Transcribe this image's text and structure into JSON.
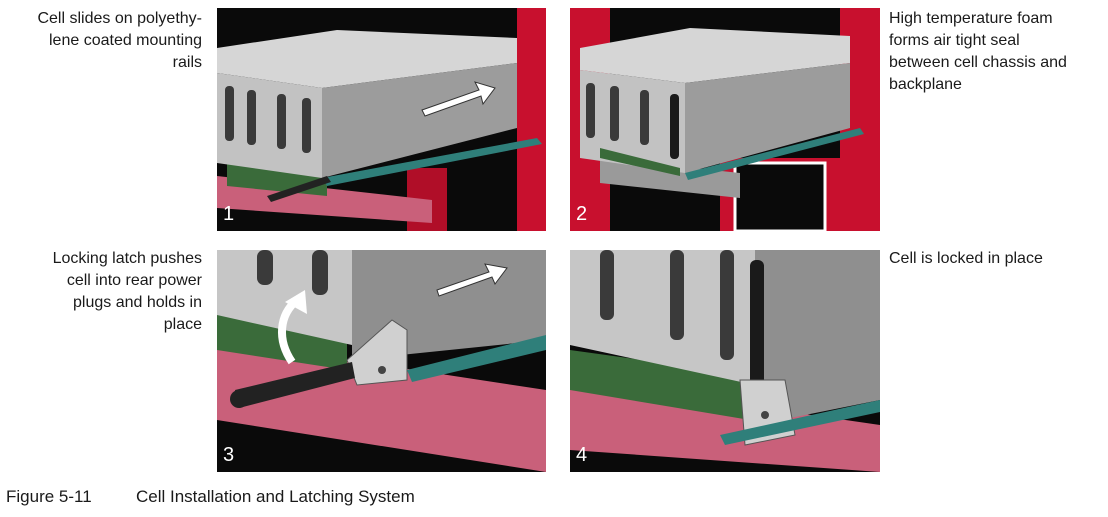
{
  "figure": {
    "label": "Figure 5-11",
    "title": "Cell Installation and Latching System"
  },
  "steps": [
    {
      "number": "1",
      "caption_lines": [
        "Cell slides on polyethy-",
        "lene coated mounting",
        "rails"
      ]
    },
    {
      "number": "2",
      "caption_lines": [
        "High temperature foam",
        "forms air tight seal",
        "between cell chassis and",
        "backplane"
      ]
    },
    {
      "number": "3",
      "caption_lines": [
        "Locking latch pushes",
        "cell into rear power",
        "plugs and holds in",
        "place"
      ]
    },
    {
      "number": "4",
      "caption_lines": [
        "Cell is locked in place"
      ]
    }
  ],
  "colors": {
    "panel_bg": "#0a0a0a",
    "chassis": "#bcbcbc",
    "chassis_shadow": "#8c8c8c",
    "rail_red": "#c8102e",
    "rail_pink": "#c9607a",
    "board_green": "#3a6b3a",
    "teal": "#2f7f7a",
    "handle": "#222222"
  }
}
